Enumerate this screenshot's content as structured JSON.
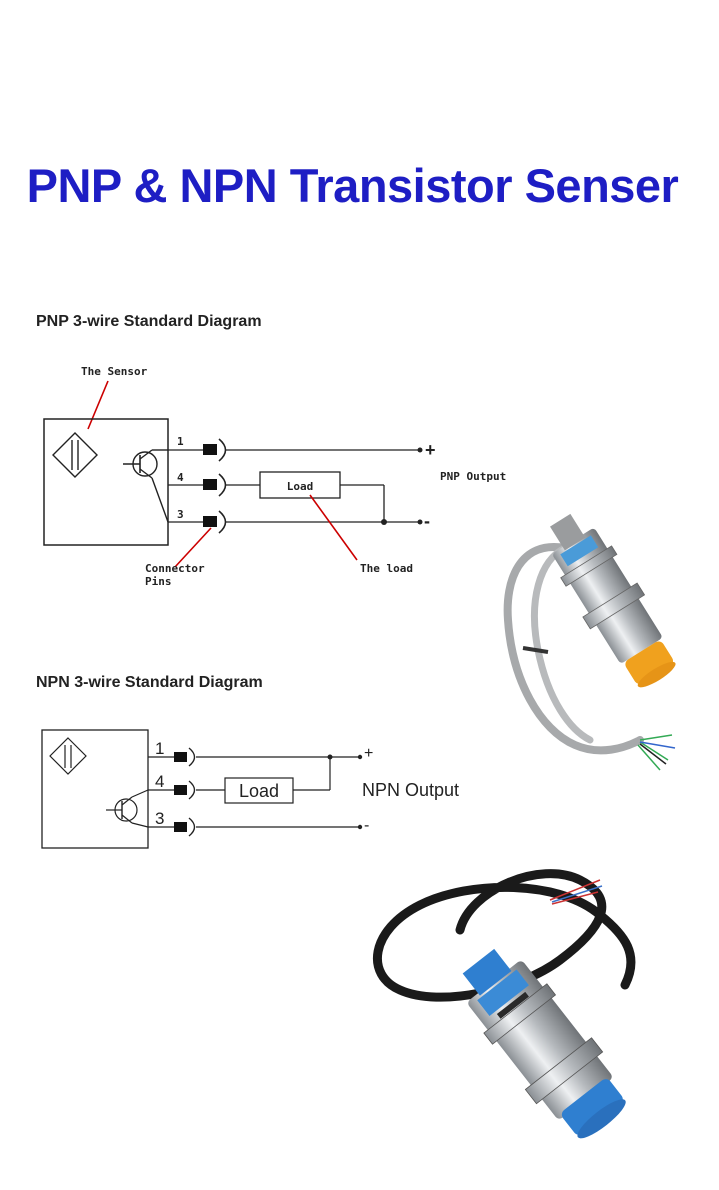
{
  "title": "PNP & NPN Transistor Senser",
  "pnp": {
    "heading": "PNP 3-wire Standard Diagram",
    "sensor_label": "The Sensor",
    "pins": [
      "1",
      "4",
      "3"
    ],
    "load": "Load",
    "output": "PNP Output",
    "plus": "+",
    "minus": "-",
    "connector_label_1": "Connector",
    "connector_label_2": "Pins",
    "load_label": "The load"
  },
  "npn": {
    "heading": "NPN 3-wire Standard Diagram",
    "pins": [
      "1",
      "4",
      "3"
    ],
    "load": "Load",
    "output": "NPN Output",
    "plus": "+",
    "minus": "-"
  },
  "colors": {
    "title": "#1e1ec4",
    "pointer": "#cc0000",
    "sensor_face_top": "#f0a11e",
    "sensor_face_bottom": "#2f7fd0"
  },
  "icons": [
    "proximity-sensor-photo-orange",
    "proximity-sensor-photo-blue"
  ]
}
